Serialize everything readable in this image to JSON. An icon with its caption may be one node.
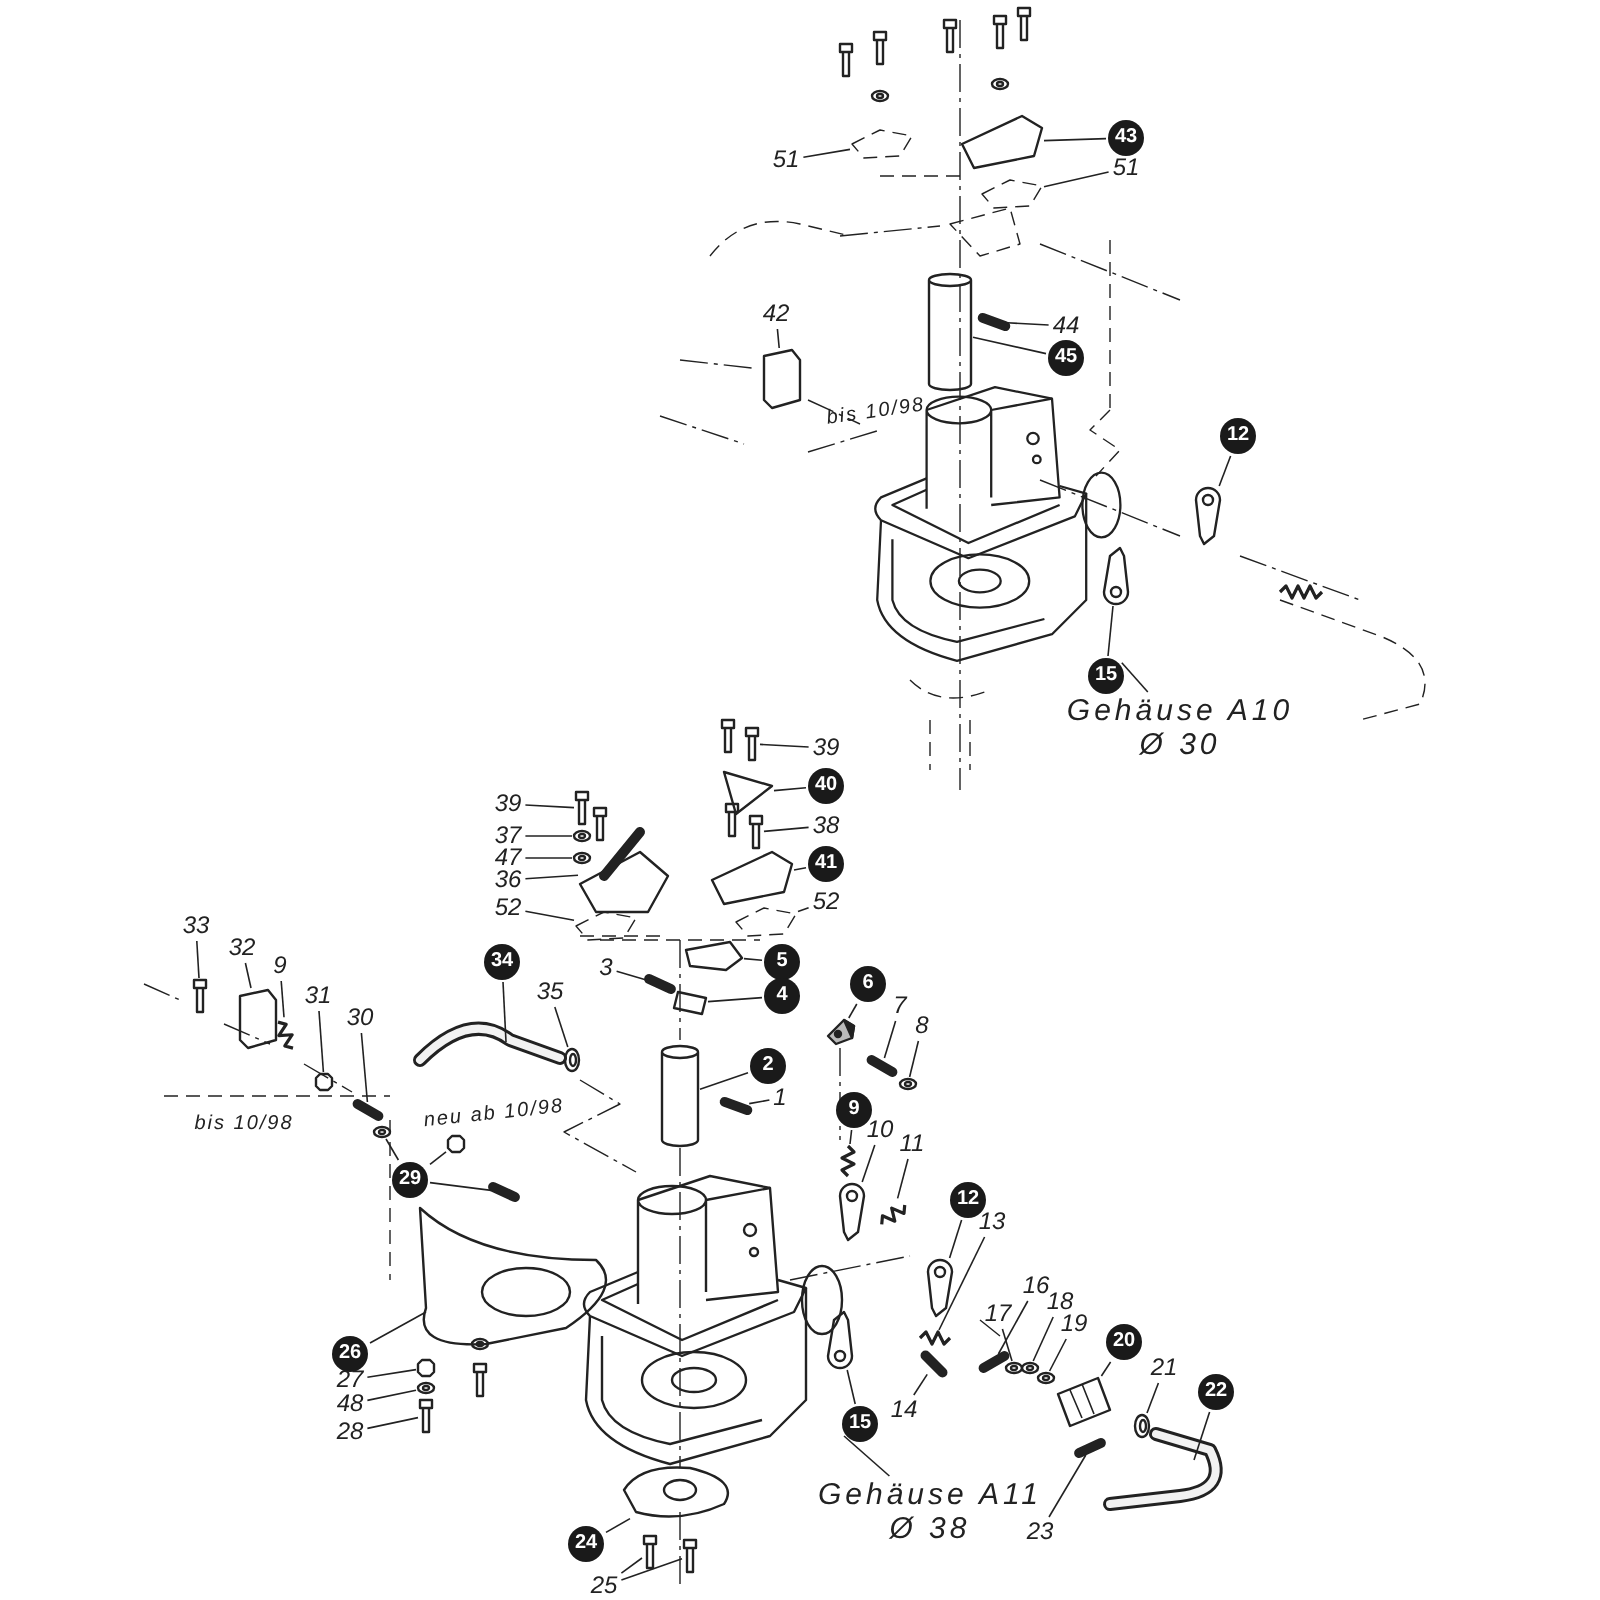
{
  "diagram": {
    "nodes": [
      {
        "text": [
          "51"
        ]
      },
      {
        "text": [
          "43"
        ]
      },
      {
        "text": [
          "51"
        ]
      },
      {
        "text": [
          "42"
        ]
      },
      {
        "text": [
          "44"
        ]
      },
      {
        "text": [
          "45"
        ]
      },
      {
        "text": [
          "12"
        ]
      },
      {
        "text": [
          "15"
        ]
      },
      {
        "text": [
          "Gehäuse A10",
          "Ø 30"
        ]
      },
      {
        "text": [
          "39"
        ]
      },
      {
        "text": [
          "40"
        ]
      },
      {
        "text": [
          "39"
        ]
      },
      {
        "text": [
          "38"
        ]
      },
      {
        "text": [
          "37"
        ]
      },
      {
        "text": [
          "47"
        ]
      },
      {
        "text": [
          "41"
        ]
      },
      {
        "text": [
          "36"
        ]
      },
      {
        "text": [
          "52"
        ]
      },
      {
        "text": [
          "52"
        ]
      },
      {
        "text": [
          "33"
        ]
      },
      {
        "text": [
          "32"
        ]
      },
      {
        "text": [
          "34"
        ]
      },
      {
        "text": [
          "5"
        ]
      },
      {
        "text": [
          "3"
        ]
      },
      {
        "text": [
          "9"
        ]
      },
      {
        "text": [
          "6"
        ]
      },
      {
        "text": [
          "35"
        ]
      },
      {
        "text": [
          "4"
        ]
      },
      {
        "text": [
          "31"
        ]
      },
      {
        "text": [
          "7"
        ]
      },
      {
        "text": [
          "30"
        ]
      },
      {
        "text": [
          "8"
        ]
      },
      {
        "text": [
          "2"
        ]
      },
      {
        "text": [
          "1"
        ]
      },
      {
        "text": [
          "9"
        ]
      },
      {
        "text": [
          "10"
        ]
      },
      {
        "text": [
          "11"
        ]
      },
      {
        "text": [
          "29"
        ]
      },
      {
        "text": [
          "12"
        ]
      },
      {
        "text": [
          "13"
        ]
      },
      {
        "text": [
          "16"
        ]
      },
      {
        "text": [
          "18"
        ]
      },
      {
        "text": [
          "17"
        ]
      },
      {
        "text": [
          "19"
        ]
      },
      {
        "text": [
          "20"
        ]
      },
      {
        "text": [
          "26"
        ]
      },
      {
        "text": [
          "21"
        ]
      },
      {
        "text": [
          "27"
        ]
      },
      {
        "text": [
          "22"
        ]
      },
      {
        "text": [
          "48"
        ]
      },
      {
        "text": [
          "15"
        ]
      },
      {
        "text": [
          "14"
        ]
      },
      {
        "text": [
          "28"
        ]
      },
      {
        "text": [
          "Gehäuse A11",
          "Ø 38"
        ]
      },
      {
        "text": [
          "23"
        ]
      },
      {
        "text": [
          "24"
        ]
      },
      {
        "text": [
          "25"
        ]
      },
      {
        "text": [],
        "shape": "picture"
      },
      {
        "text": [],
        "shape": "picture"
      },
      {
        "text": [],
        "shape": "picture"
      },
      {
        "text": [],
        "shape": "picture"
      },
      {
        "text": [],
        "shape": "picture"
      },
      {
        "text": [],
        "shape": "picture"
      },
      {
        "text": [],
        "shape": "picture"
      },
      {
        "text": [],
        "shape": "picture"
      },
      {
        "text": [],
        "shape": "picture"
      },
      {
        "text": [],
        "shape": "picture"
      },
      {
        "text": [],
        "shape": "picture"
      },
      {
        "text": [],
        "shape": "picture"
      },
      {
        "text": [],
        "shape": "picture"
      },
      {
        "text": [],
        "shape": "picture"
      },
      {
        "text": [],
        "shape": "picture"
      },
      {
        "text": [],
        "shape": "picture"
      },
      {
        "text": [],
        "shape": "picture"
      },
      {
        "text": [],
        "shape": "picture"
      },
      {
        "text": [],
        "shape": "picture"
      },
      {
        "text": [],
        "shape": "picture"
      },
      {
        "text": [],
        "shape": "picture"
      },
      {
        "text": [],
        "shape": "picture"
      },
      {
        "text": [],
        "shape": "picture"
      },
      {
        "text": [],
        "shape": "picture"
      },
      {
        "text": [],
        "shape": "picture"
      },
      {
        "text": [],
        "shape": "picture"
      },
      {
        "text": [],
        "shape": "picture"
      },
      {
        "text": [],
        "shape": "picture"
      },
      {
        "text": [],
        "shape": "picture"
      },
      {
        "text": [],
        "shape": "picture"
      },
      {
        "text": [],
        "shape": "picture"
      },
      {
        "text": [],
        "shape": "picture"
      },
      {
        "text": [],
        "shape": "picture"
      },
      {
        "text": [],
        "shape": "picture"
      },
      {
        "text": [],
        "shape": "picture"
      },
      {
        "text": [],
        "shape": "picture"
      },
      {
        "text": [],
        "shape": "picture"
      },
      {
        "text": [],
        "shape": "picture"
      },
      {
        "text": [],
        "shape": "picture"
      },
      {
        "text": [],
        "shape": "picture"
      },
      {
        "text": [],
        "shape": "picture"
      },
      {
        "text": [],
        "shape": "picture"
      },
      {
        "text": [],
        "shape": "picture"
      },
      {
        "text": [],
        "shape": "picture"
      },
      {
        "text": [],
        "shape": "picture"
      },
      {
        "text": [],
        "shape": "picture"
      },
      {
        "text": [],
        "shape": "picture"
      },
      {
        "text": [],
        "shape": "picture"
      },
      {
        "text": [],
        "shape": "picture"
      },
      {
        "text": [],
        "shape": "picture"
      },
      {
        "text": [],
        "shape": "picture"
      },
      {
        "text": [],
        "shape": "picture"
      },
      {
        "text": [],
        "shape": "picture"
      },
      {
        "text": [],
        "shape": "picture"
      },
      {
        "text": [],
        "shape": "picture"
      },
      {
        "text": [],
        "shape": "picture"
      },
      {
        "text": [],
        "shape": "picture"
      },
      {
        "text": [],
        "shape": "picture"
      },
      {
        "text": [],
        "shape": "picture"
      },
      {
        "text": [],
        "shape": "picture"
      }
    ],
    "edges": [
      {
        "from": 0,
        "to": 57,
        "arrow": "none"
      },
      {
        "from": 1,
        "to": 58,
        "arrow": "none"
      },
      {
        "from": 2,
        "to": 59,
        "arrow": "none"
      },
      {
        "from": 3,
        "to": 60,
        "arrow": "none"
      },
      {
        "from": 4,
        "to": 61,
        "arrow": "none"
      },
      {
        "from": 5,
        "to": 62,
        "arrow": "none"
      },
      {
        "from": 6,
        "to": 63,
        "arrow": "none"
      },
      {
        "from": 7,
        "to": 64,
        "arrow": "none"
      },
      {
        "from": 8,
        "to": 65,
        "arrow": "none"
      },
      {
        "from": 9,
        "to": 66,
        "arrow": "none"
      },
      {
        "from": 10,
        "to": 67,
        "arrow": "none"
      },
      {
        "from": 11,
        "to": 68,
        "arrow": "none"
      },
      {
        "from": 12,
        "to": 69,
        "arrow": "none"
      },
      {
        "from": 13,
        "to": 70,
        "arrow": "none"
      },
      {
        "from": 14,
        "to": 71,
        "arrow": "none"
      },
      {
        "from": 15,
        "to": 72,
        "arrow": "none"
      },
      {
        "from": 16,
        "to": 73,
        "arrow": "none"
      },
      {
        "from": 17,
        "to": 74,
        "arrow": "none"
      },
      {
        "from": 18,
        "to": 75,
        "arrow": "none"
      },
      {
        "from": 19,
        "to": 76,
        "arrow": "none"
      },
      {
        "from": 20,
        "to": 77,
        "arrow": "none"
      },
      {
        "from": 21,
        "to": 78,
        "arrow": "none"
      },
      {
        "from": 22,
        "to": 79,
        "arrow": "none"
      },
      {
        "from": 23,
        "to": 80,
        "arrow": "none"
      },
      {
        "from": 24,
        "to": 81,
        "arrow": "none"
      },
      {
        "from": 25,
        "to": 82,
        "arrow": "none"
      },
      {
        "from": 26,
        "to": 83,
        "arrow": "none"
      },
      {
        "from": 27,
        "to": 84,
        "arrow": "none"
      },
      {
        "from": 28,
        "to": 85,
        "arrow": "none"
      },
      {
        "from": 29,
        "to": 86,
        "arrow": "none"
      },
      {
        "from": 30,
        "to": 87,
        "arrow": "none"
      },
      {
        "from": 31,
        "to": 88,
        "arrow": "none"
      },
      {
        "from": 32,
        "to": 89,
        "arrow": "none"
      },
      {
        "from": 33,
        "to": 90,
        "arrow": "none"
      },
      {
        "from": 34,
        "to": 91,
        "arrow": "none"
      },
      {
        "from": 35,
        "to": 92,
        "arrow": "none"
      },
      {
        "from": 36,
        "to": 93,
        "arrow": "none"
      },
      {
        "from": 37,
        "to": 94,
        "arrow": "none"
      },
      {
        "from": 37,
        "to": 95,
        "arrow": "none"
      },
      {
        "from": 37,
        "to": 96,
        "arrow": "none"
      },
      {
        "from": 38,
        "to": 97,
        "arrow": "none"
      },
      {
        "from": 39,
        "to": 98,
        "arrow": "none"
      },
      {
        "from": 40,
        "to": 99,
        "arrow": "none"
      },
      {
        "from": 41,
        "to": 100,
        "arrow": "none"
      },
      {
        "from": 42,
        "to": 101,
        "arrow": "none"
      },
      {
        "from": 43,
        "to": 102,
        "arrow": "none"
      },
      {
        "from": 44,
        "to": 103,
        "arrow": "none"
      },
      {
        "from": 45,
        "to": 104,
        "arrow": "none"
      },
      {
        "from": 46,
        "to": 105,
        "arrow": "none"
      },
      {
        "from": 47,
        "to": 106,
        "arrow": "none"
      },
      {
        "from": 48,
        "to": 107,
        "arrow": "none"
      },
      {
        "from": 49,
        "to": 108,
        "arrow": "none"
      },
      {
        "from": 50,
        "to": 109,
        "arrow": "none"
      },
      {
        "from": 51,
        "to": 110,
        "arrow": "none"
      },
      {
        "from": 52,
        "to": 111,
        "arrow": "none"
      },
      {
        "from": 53,
        "to": 112,
        "arrow": "none"
      },
      {
        "from": 54,
        "to": 113,
        "arrow": "none"
      },
      {
        "from": 55,
        "to": 114,
        "arrow": "none"
      },
      {
        "from": 56,
        "to": 115,
        "arrow": "none"
      },
      {
        "from": 56,
        "to": 116,
        "arrow": "none"
      }
    ],
    "labels": [
      "bis 10/98",
      "bis 10/98",
      "neu ab 10/98"
    ]
  }
}
